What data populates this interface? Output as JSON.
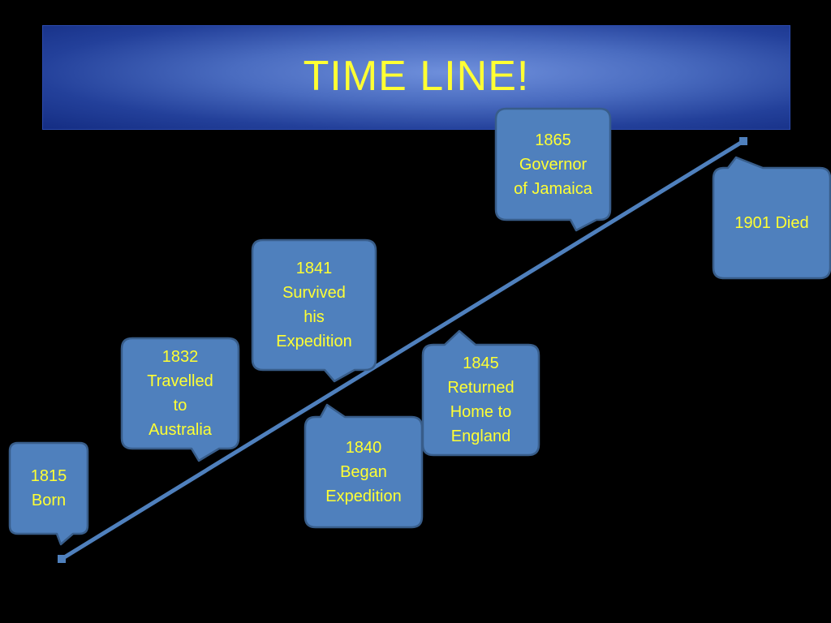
{
  "title": "TIME LINE!",
  "colors": {
    "background": "#000000",
    "title_text": "#ffff33",
    "callout_fill": "#4f80bd",
    "callout_border": "#385d8a",
    "callout_text": "#ffff33",
    "timeline_line": "#4f80bd"
  },
  "events": [
    {
      "year": "1815",
      "text": "1815\nBorn"
    },
    {
      "year": "1832",
      "text": "1832\nTravelled\nto\nAustralia"
    },
    {
      "year": "1840",
      "text": "1840\nBegan\nExpedition"
    },
    {
      "year": "1841",
      "text": "1841\nSurvived\nhis\nExpedition"
    },
    {
      "year": "1845",
      "text": "1845\nReturned\nHome to\nEngland"
    },
    {
      "year": "1865",
      "text": "1865\nGovernor\nof Jamaica"
    },
    {
      "year": "1901",
      "text": "1901 Died"
    }
  ]
}
